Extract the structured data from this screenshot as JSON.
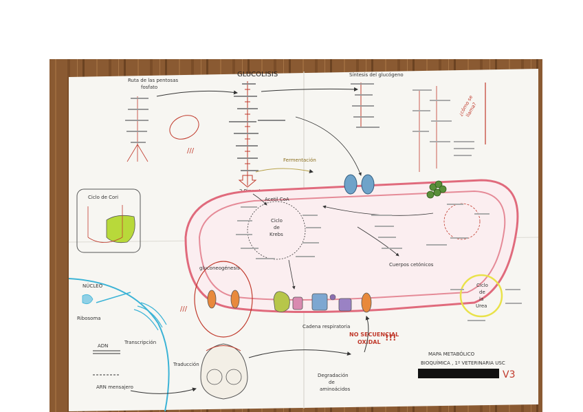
{
  "poster": {
    "glycolysis_title": "GLUCOLISIS",
    "pentose_title_line1": "Ruta de las pentosas",
    "pentose_title_line2": "fosfato",
    "glycogen_title": "Síntesis del glucógeno",
    "margin_note_line1": "¿cómo se",
    "margin_note_line2": "llama?",
    "fermentation": "Fermentación",
    "pyruvate": "2 Piruvato",
    "acetyl_coa": "Acetil CoA",
    "krebs_line1": "Ciclo",
    "krebs_line2": "de",
    "krebs_line3": "Krebs",
    "cori": "Ciclo de Cori",
    "gluconeogenesis": "gluconeogénesis",
    "respiratory_chain": "Cadena respiratoria",
    "ketone_bodies": "Cuerpos cetónicos",
    "urea_line1": "Ciclo",
    "urea_line2": "de",
    "urea_line3": "la",
    "urea_line4": "Urea",
    "nucleus": "NÚCLEO",
    "ribosome": "Ribosoma",
    "dna": "ADN",
    "transcription": "Transcripción",
    "mrna": "ARN mensajero",
    "translation": "Traducción",
    "amino_degradation_line1": "Degradación",
    "amino_degradation_line2": "de",
    "amino_degradation_line3": "aminoácidos",
    "no_sequential_line1": "NO SECUENCIAL",
    "no_sequential_line2": "OXIDAL",
    "exclaim": "!!!",
    "map_title_line1": "MAPA METABÓLICO",
    "map_title_line2": "BIOQUÍMICA , 1º VETERINARIA USC",
    "version": "V3"
  },
  "colors": {
    "floor": "#8a5a32",
    "paper": "#f7f6f2",
    "membrane": "#e06a7c",
    "membrane_fill": "#f4c9cf",
    "nucleus_line": "#3bb3d6",
    "urea": "#e9e24a",
    "cori_green": "#b8d93a",
    "arrow": "#333333",
    "red_ink": "#c0392b",
    "pink_ink": "#d4547a",
    "blue_channel": "#6fa3c9"
  }
}
